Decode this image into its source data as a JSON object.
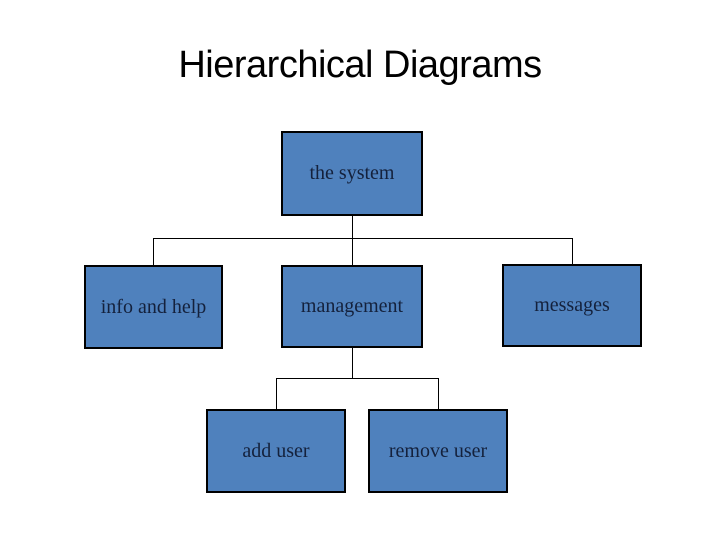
{
  "slide": {
    "title": "Hierarchical Diagrams"
  },
  "diagram": {
    "type": "hierarchy",
    "nodes": [
      {
        "id": "the-system",
        "label": "the system",
        "parent": null
      },
      {
        "id": "info-and-help",
        "label": "info and help",
        "parent": "the-system"
      },
      {
        "id": "management",
        "label": "management",
        "parent": "the-system"
      },
      {
        "id": "messages",
        "label": "messages",
        "parent": "the-system"
      },
      {
        "id": "add-user",
        "label": "add user",
        "parent": "management"
      },
      {
        "id": "remove-user",
        "label": "remove user",
        "parent": "management"
      }
    ],
    "colors": {
      "node_fill": "#4F81BD",
      "node_border": "#000000",
      "node_text": "#14213C",
      "connector": "#000000",
      "title_text": "#000000"
    }
  }
}
